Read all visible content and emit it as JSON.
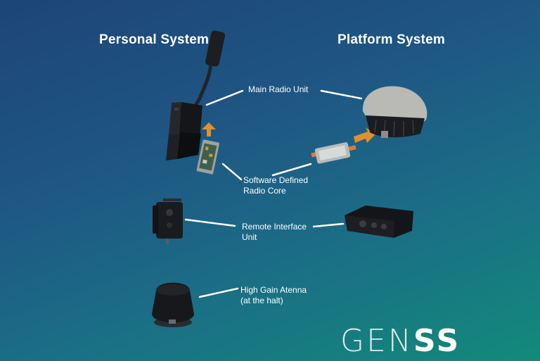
{
  "titles": {
    "personal": "Personal System",
    "platform": "Platform System"
  },
  "labels": {
    "main_radio": "Main Radio Unit",
    "sdr_line1": "Software Defined",
    "sdr_line2": "Radio Core",
    "riu_line1": "Remote Interface",
    "riu_line2": "Unit",
    "antenna_line1": "High Gain Atenna",
    "antenna_line2": "(at the halt)"
  },
  "logo": {
    "part1": "GEN",
    "part2": "SS"
  },
  "colors": {
    "arrow": "#e0902e",
    "connector": "#ffffff",
    "device_dark": "#1a1b1e",
    "dome": "#b9b9b6"
  }
}
